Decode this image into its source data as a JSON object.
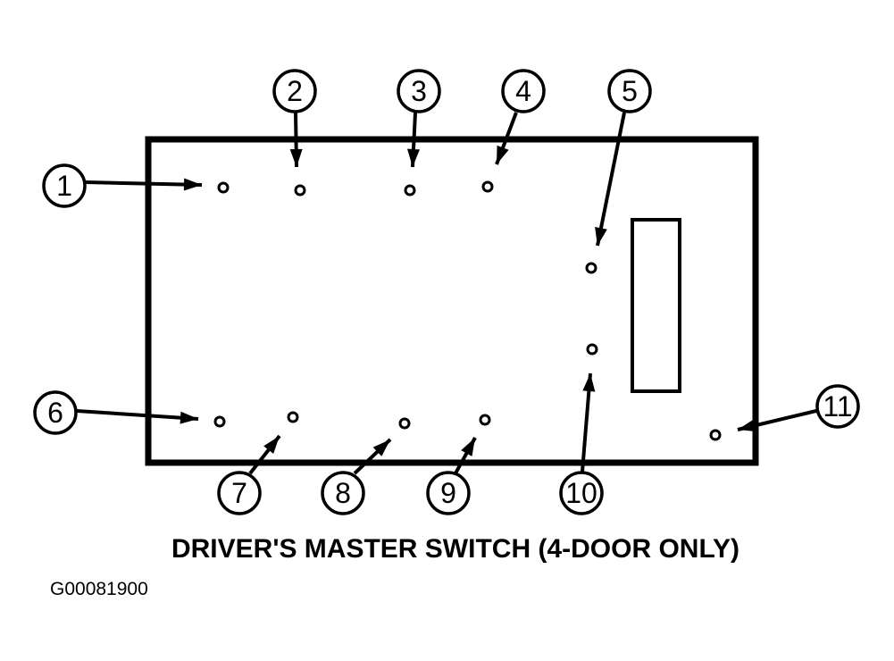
{
  "caption": "DRIVER'S MASTER SWITCH (4-DOOR ONLY)",
  "figure_id": "G00081900",
  "terminals": [
    {
      "label": "1"
    },
    {
      "label": "2"
    },
    {
      "label": "3"
    },
    {
      "label": "4"
    },
    {
      "label": "5"
    },
    {
      "label": "6"
    },
    {
      "label": "7"
    },
    {
      "label": "8"
    },
    {
      "label": "9"
    },
    {
      "label": "10"
    },
    {
      "label": "11"
    }
  ],
  "colors": {
    "line": "#000000",
    "background": "#ffffff"
  }
}
